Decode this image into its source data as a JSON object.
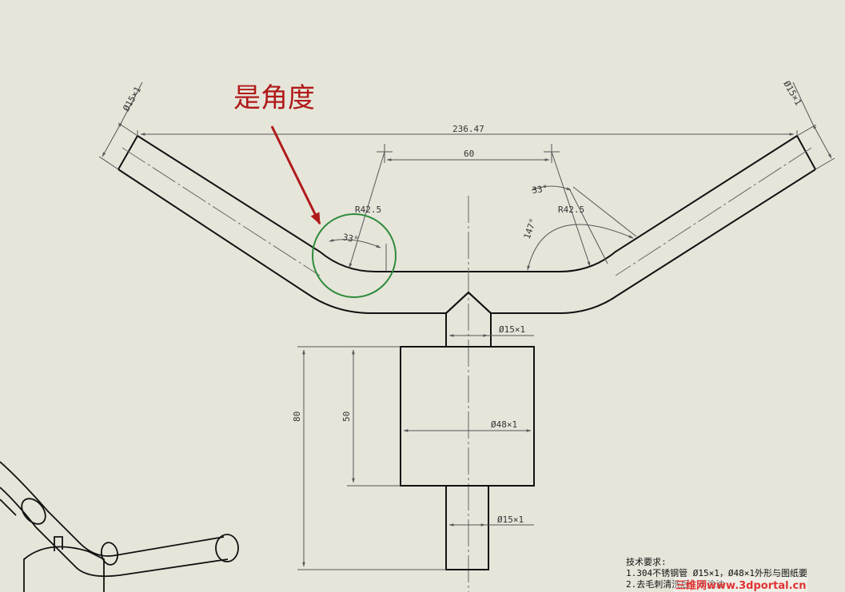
{
  "callout": {
    "text": "是角度"
  },
  "dimensions": {
    "overall_width": "236.47",
    "center_spacing": "60",
    "left_radius": "R42.5",
    "right_radius": "R42.5",
    "left_angle": "33°",
    "right_angle_top": "33°",
    "right_angle_side": "147°",
    "left_tube_dia": "Ø15×1",
    "right_tube_dia": "Ø15×1",
    "upper_stem_dia": "Ø15×1",
    "body_dia": "Ø48×1",
    "lower_stem_dia": "Ø15×1",
    "total_height": "80",
    "body_height": "50"
  },
  "notes": {
    "title": "技术要求:",
    "line1": "1.304不锈钢管 Ø15×1，Ø48×1外形与图纸要",
    "line2": "2.去毛刺清洗后，不涂油"
  },
  "watermark": {
    "text": "三维网www.3dportal.cn"
  },
  "colors": {
    "background": "#e6e5da",
    "geometry": "#111111",
    "dimension": "#555555",
    "callout": "#b01a1a",
    "highlight_circle": "#2e8b3c",
    "watermark": "#e03333"
  }
}
